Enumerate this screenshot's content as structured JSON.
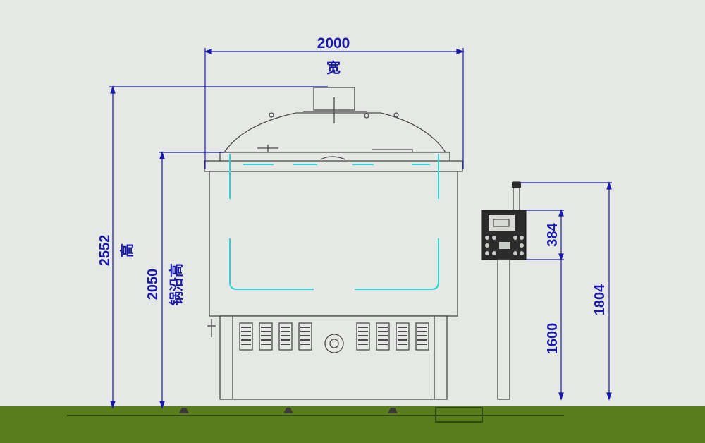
{
  "colors": {
    "background": "#e6e8e5",
    "ground": "#5a7d1c",
    "dimension": "#1a1aa8",
    "outline": "#4a4a4a",
    "accent": "#2fd0d8",
    "panel": "#2b2b2b"
  },
  "dimensions": {
    "width_value": "2000",
    "width_label": "宽",
    "total_height_value": "2552",
    "total_height_label": "高",
    "rim_height_value": "2050",
    "rim_height_label": "锅沿高",
    "panel_height_value": "384",
    "stand_height_value": "1600",
    "cabinet_height_value": "1804"
  }
}
